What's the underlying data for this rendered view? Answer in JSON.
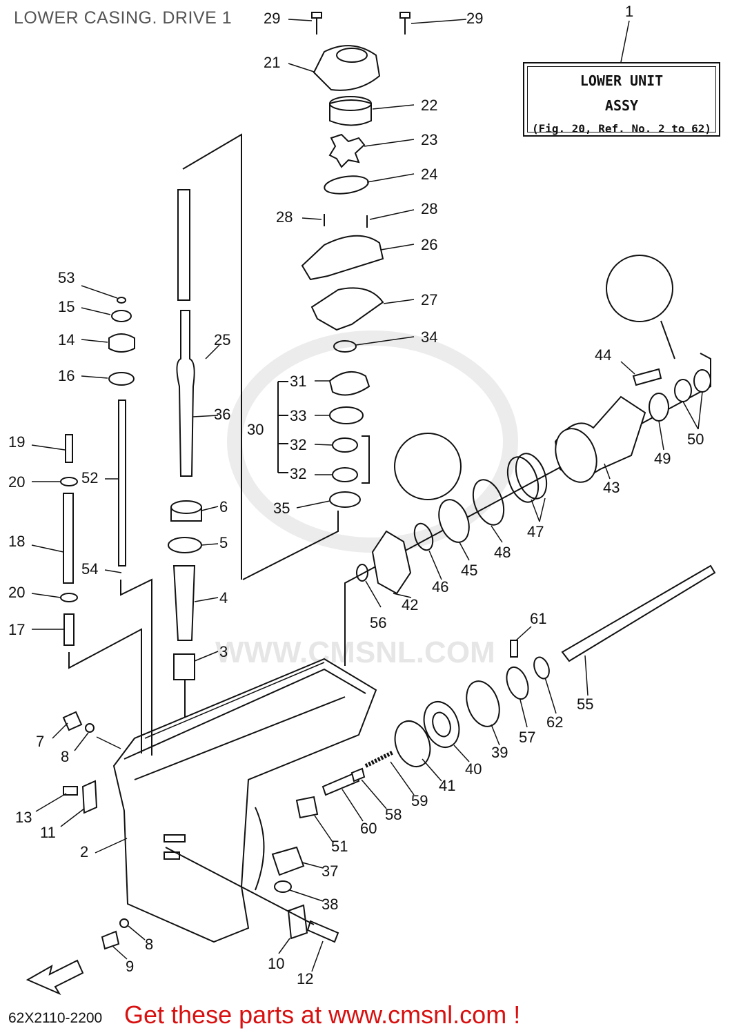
{
  "title": "LOWER CASING. DRIVE 1",
  "assembly_box": {
    "ref_number": "1",
    "line1": "LOWER UNIT",
    "line2": "ASSY",
    "line3": "(Fig. 20, Ref. No. 2 to 62)"
  },
  "diagram_code": "62X2110-2200",
  "promo_text": "Get these parts at www.cmsnl.com !",
  "watermark": {
    "text": "WWW.CMSNL.COM"
  },
  "callouts": [
    {
      "id": "c29a",
      "label": "29"
    },
    {
      "id": "c29b",
      "label": "29"
    },
    {
      "id": "c21",
      "label": "21"
    },
    {
      "id": "c22",
      "label": "22"
    },
    {
      "id": "c23",
      "label": "23"
    },
    {
      "id": "c24",
      "label": "24"
    },
    {
      "id": "c28a",
      "label": "28"
    },
    {
      "id": "c28b",
      "label": "28"
    },
    {
      "id": "c26",
      "label": "26"
    },
    {
      "id": "c27",
      "label": "27"
    },
    {
      "id": "c34",
      "label": "34"
    },
    {
      "id": "c31",
      "label": "31"
    },
    {
      "id": "c33",
      "label": "33"
    },
    {
      "id": "c30",
      "label": "30"
    },
    {
      "id": "c32a",
      "label": "32"
    },
    {
      "id": "c32b",
      "label": "32"
    },
    {
      "id": "c35",
      "label": "35"
    },
    {
      "id": "c53",
      "label": "53"
    },
    {
      "id": "c15",
      "label": "15"
    },
    {
      "id": "c14",
      "label": "14"
    },
    {
      "id": "c16",
      "label": "16"
    },
    {
      "id": "c19",
      "label": "19"
    },
    {
      "id": "c52",
      "label": "52"
    },
    {
      "id": "c20a",
      "label": "20"
    },
    {
      "id": "c18",
      "label": "18"
    },
    {
      "id": "c54",
      "label": "54"
    },
    {
      "id": "c20b",
      "label": "20"
    },
    {
      "id": "c17",
      "label": "17"
    },
    {
      "id": "c25",
      "label": "25"
    },
    {
      "id": "c36",
      "label": "36"
    },
    {
      "id": "c6",
      "label": "6"
    },
    {
      "id": "c5",
      "label": "5"
    },
    {
      "id": "c4",
      "label": "4"
    },
    {
      "id": "c3",
      "label": "3"
    },
    {
      "id": "c7",
      "label": "7"
    },
    {
      "id": "c8a",
      "label": "8"
    },
    {
      "id": "c13",
      "label": "13"
    },
    {
      "id": "c11",
      "label": "11"
    },
    {
      "id": "c2",
      "label": "2"
    },
    {
      "id": "c8b",
      "label": "8"
    },
    {
      "id": "c9",
      "label": "9"
    },
    {
      "id": "c10",
      "label": "10"
    },
    {
      "id": "c12",
      "label": "12"
    },
    {
      "id": "c37",
      "label": "37"
    },
    {
      "id": "c38",
      "label": "38"
    },
    {
      "id": "c51",
      "label": "51"
    },
    {
      "id": "c60",
      "label": "60"
    },
    {
      "id": "c58",
      "label": "58"
    },
    {
      "id": "c59",
      "label": "59"
    },
    {
      "id": "c41",
      "label": "41"
    },
    {
      "id": "c40",
      "label": "40"
    },
    {
      "id": "c39",
      "label": "39"
    },
    {
      "id": "c57",
      "label": "57"
    },
    {
      "id": "c62",
      "label": "62"
    },
    {
      "id": "c61",
      "label": "61"
    },
    {
      "id": "c55",
      "label": "55"
    },
    {
      "id": "c56",
      "label": "56"
    },
    {
      "id": "c42",
      "label": "42"
    },
    {
      "id": "c46",
      "label": "46"
    },
    {
      "id": "c45",
      "label": "45"
    },
    {
      "id": "c48",
      "label": "48"
    },
    {
      "id": "c47",
      "label": "47"
    },
    {
      "id": "c43",
      "label": "43"
    },
    {
      "id": "c49",
      "label": "49"
    },
    {
      "id": "c50",
      "label": "50"
    },
    {
      "id": "c44",
      "label": "44"
    }
  ]
}
